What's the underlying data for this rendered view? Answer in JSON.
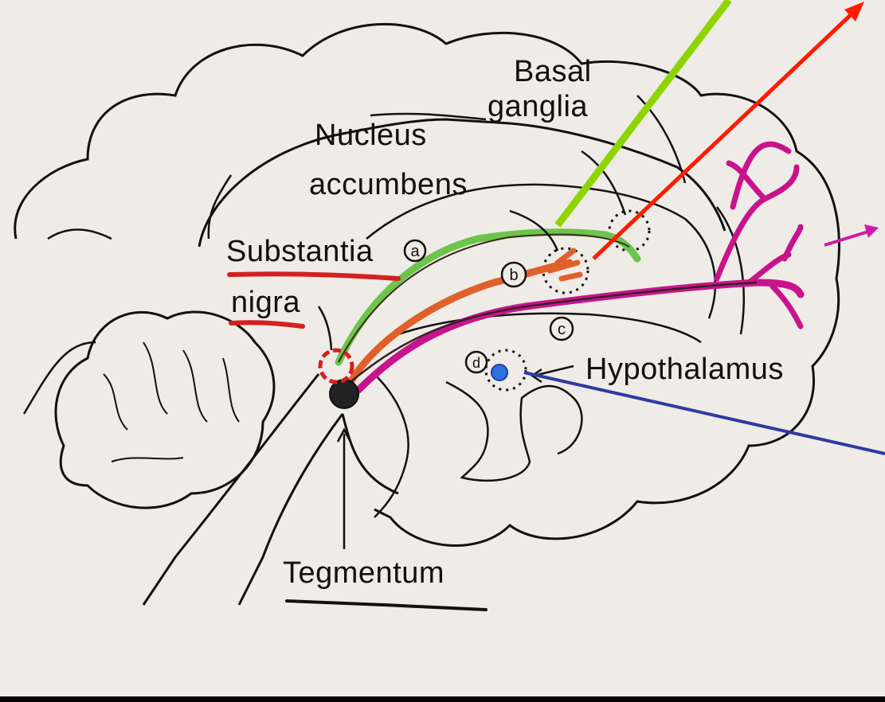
{
  "labels": {
    "basal": "Basal",
    "ganglia": "ganglia",
    "nucleus": "Nucleus",
    "accumbens": "accumbens",
    "substantia": "Substantia",
    "nigra": "nigra",
    "hypothalamus": "Hypothalamus",
    "tegmentum": "Tegmentum"
  },
  "markers": {
    "a": "a",
    "b": "b",
    "c": "c",
    "d": "d"
  },
  "colors": {
    "green_arrow": "#8fd400",
    "red_arrow": "#ff1a00",
    "magenta_arrow": "#d21aa8",
    "blue_arrow": "#303aa0",
    "green_pathway": "#6cc44a",
    "orange_pathway": "#e0602c",
    "magenta_pathway": "#c8148c",
    "blue_marker": "#2f6fe0",
    "red_underline": "#d42020"
  }
}
